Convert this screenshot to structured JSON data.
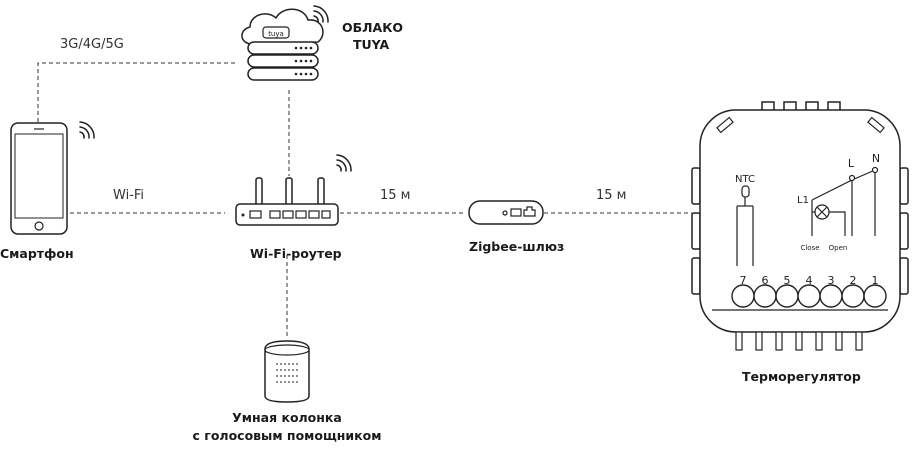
{
  "cloud": {
    "title_line1": "ОБЛАКО",
    "title_line2": "TUYA",
    "logo_text": "tuya"
  },
  "links": {
    "mobile": "3G/4G/5G",
    "wifi": "Wi-Fi",
    "distance_router_gateway": "15 м",
    "distance_gateway_thermostat": "15 м"
  },
  "devices": {
    "smartphone": "Смартфон",
    "router": "Wi-Fi-роутер",
    "gateway": "Zigbee-шлюз",
    "thermostat": "Терморегулятор",
    "speaker_line1": "Умная колонка",
    "speaker_line2": "с голосовым помощником"
  },
  "thermostat_panel": {
    "ntc": "NTC",
    "l": "L",
    "n": "N",
    "l1": "L1",
    "close": "Close",
    "open": "Open",
    "terminals": [
      "7",
      "6",
      "5",
      "4",
      "3",
      "2",
      "1"
    ]
  },
  "colors": {
    "line": "#222222",
    "dash": "#333333"
  }
}
